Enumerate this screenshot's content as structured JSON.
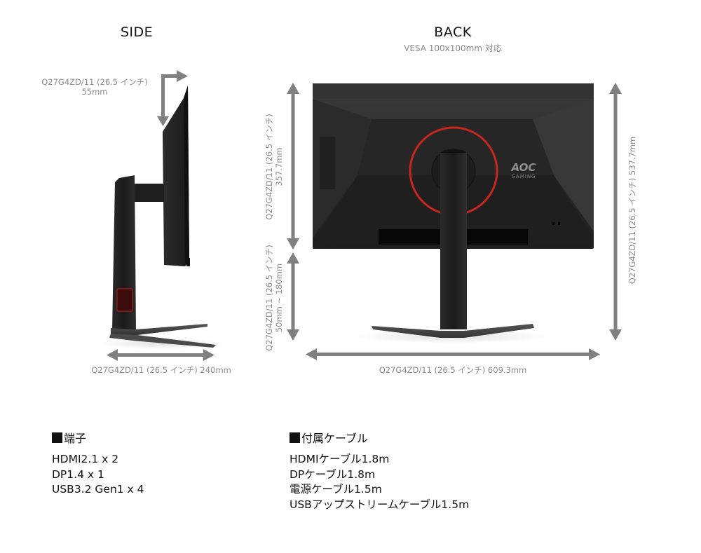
{
  "side": {
    "title": "SIDE",
    "tilt_label": [
      "Q27G4ZD/11 (26.5 インチ)",
      "55mm"
    ],
    "depth_label": "Q27G4ZD/11 (26.5 インチ) 240mm"
  },
  "back": {
    "title": "BACK",
    "subtitle": "VESA 100x100mm 対応",
    "panel_height_label": [
      "Q27G4ZD/11 (26.5 インチ)",
      "357.7mm"
    ],
    "height_adjust_label": [
      "Q27G4ZD/11 (26.5 インチ)",
      "50mm ~ 180mm"
    ],
    "total_height_label": "Q27G4ZD/11 (26.5 インチ) 537.7mm",
    "width_label": "Q27G4ZD/11 (26.5 インチ) 609.3mm",
    "logo": {
      "brand": "AOC",
      "line": "GAMING"
    }
  },
  "ports": {
    "heading": "端子",
    "items": [
      "HDMI2.1 x 2",
      "DP1.4 x 1",
      "USB3.2 Gen1 x 4"
    ]
  },
  "cables": {
    "heading": "付属ケーブル",
    "items": [
      "HDMIケーブル1.8m",
      "DPケーブル1.8m",
      "電源ケーブル1.5m",
      "USBアップストリームケーブル1.5m"
    ]
  },
  "colors": {
    "accent_red": "#c8261f",
    "dimension_gray": "#808080",
    "body_dark": "#2a2a2a"
  }
}
